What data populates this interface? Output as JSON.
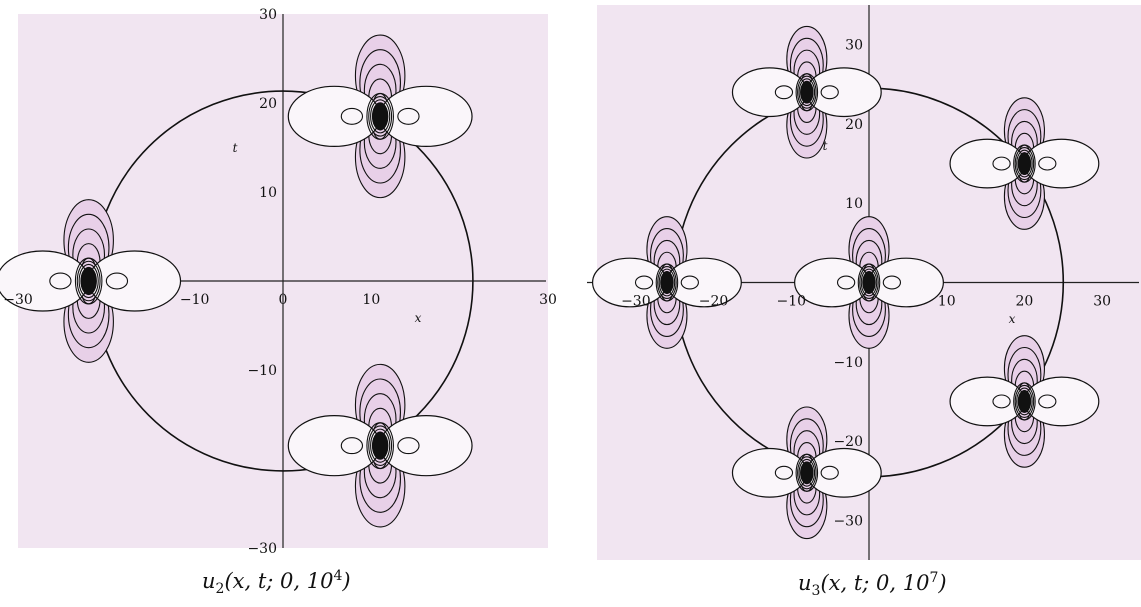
{
  "chart_data": [
    {
      "type": "contour",
      "caption": {
        "fn": "u",
        "sub": "2",
        "args": "(x, t; 0, 10",
        "sup": "4",
        "close": ")"
      },
      "xlabel": "x",
      "ylabel": "t",
      "xlim": [
        -30,
        30
      ],
      "ylim": [
        -30,
        30
      ],
      "xticks": [
        -30,
        -10,
        0,
        10,
        30
      ],
      "yticks": [
        -30,
        -10,
        10,
        20,
        30
      ],
      "circle": {
        "center": [
          0,
          0
        ],
        "radius": 21.5
      },
      "peaks": [
        [
          -22,
          0
        ],
        [
          11,
          18.5
        ],
        [
          11,
          -18.5
        ]
      ],
      "background": "#f1e5f1",
      "lobe_fill_vertical": "#e8d0e8",
      "lobe_fill_horizontal": "#faf6fa"
    },
    {
      "type": "contour",
      "caption": {
        "fn": "u",
        "sub": "3",
        "args": "(x, t; 0, 10",
        "sup": "7",
        "close": ")"
      },
      "xlabel": "x",
      "ylabel": "t",
      "xlim": [
        -35,
        35
      ],
      "ylim": [
        -35,
        35
      ],
      "xticks": [
        -30,
        -20,
        -10,
        10,
        20,
        30
      ],
      "yticks": [
        -30,
        -20,
        -10,
        10,
        20,
        30
      ],
      "circle": {
        "center": [
          0,
          0
        ],
        "radius": 25
      },
      "peaks": [
        [
          -26,
          0
        ],
        [
          0,
          0
        ],
        [
          -8,
          24
        ],
        [
          20,
          15
        ],
        [
          20,
          -15
        ],
        [
          -8,
          -24
        ]
      ],
      "background": "#f1e5f1",
      "lobe_fill_vertical": "#e8d0e8",
      "lobe_fill_horizontal": "#faf6fa"
    }
  ]
}
